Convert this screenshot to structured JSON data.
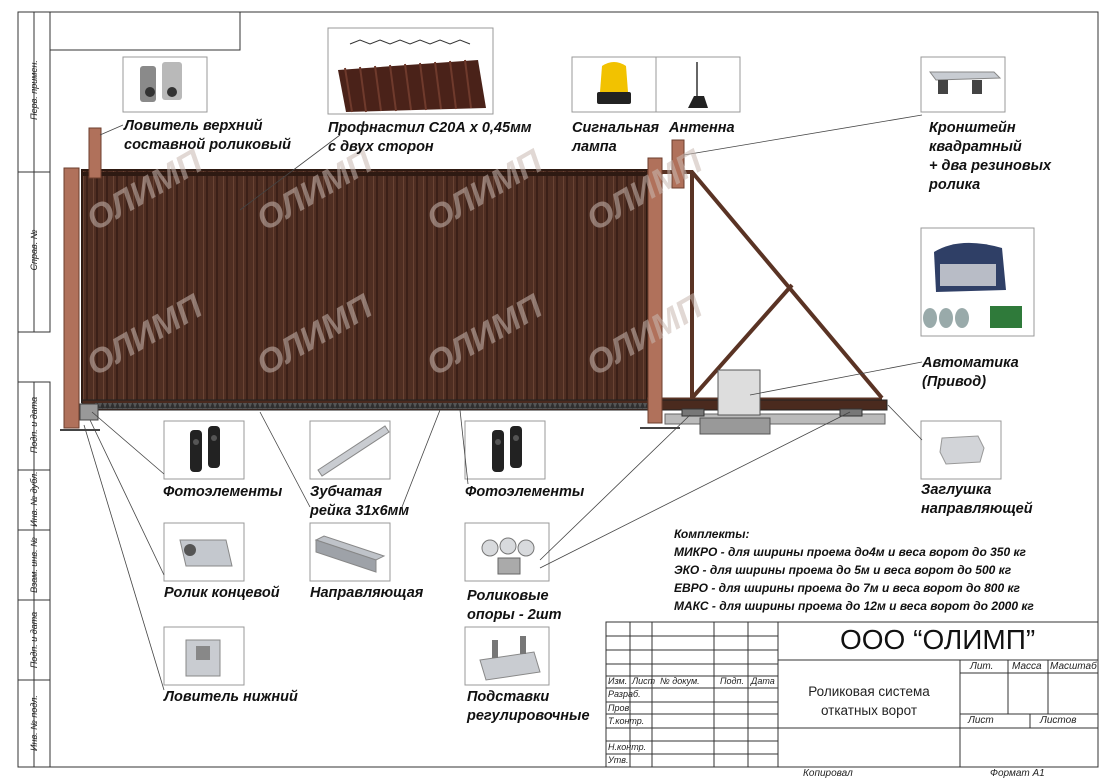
{
  "watermark": "ОЛИМП",
  "labels": {
    "upper_catcher": [
      "Ловитель верхний",
      "составной роликовый"
    ],
    "profsheet": [
      "Профнастил  С20А х 0,45мм",
      "с двух сторон"
    ],
    "signal_lamp": [
      "Сигнальная",
      "лампа"
    ],
    "antenna": "Антенна",
    "bracket": [
      "Кронштейн",
      "квадратный",
      "+ два резиновых",
      "ролика"
    ],
    "automation": [
      "Автоматика",
      "(Привод)"
    ],
    "photo_left": "Фотоэлементы",
    "rack": [
      "Зубчатая",
      "рейка 31х6мм"
    ],
    "photo_right": "Фотоэлементы",
    "end_plug": [
      "Заглушка",
      "направляющей"
    ],
    "end_roller": "Ролик концевой",
    "guide": "Направляющая",
    "roller_supports": [
      "Роликовые",
      "опоры - 2шт"
    ],
    "lower_catcher": "Ловитель нижний",
    "adj_plates": [
      "Подставки",
      "регулировочные"
    ]
  },
  "kits": {
    "title": "Комплекты:",
    "items": [
      "МИКРО - для ширины проема до4м и веса ворот до 350 кг",
      "ЭКО - для ширины проема до 5м и веса ворот до 500 кг",
      "ЕВРО - для ширины проема до 7м и веса ворот до 800 кг",
      "МАКС - для ширины проема до 12м и веса ворот до 2000 кг"
    ]
  },
  "title_block": {
    "company": "ООО “ОЛИМП”",
    "description": [
      "Роликовая система",
      "откатных ворот"
    ],
    "col_headers": [
      "Изм.",
      "Лист",
      "№ докум.",
      "Подп.",
      "Дата"
    ],
    "rows": [
      "Разраб.",
      "Пров.",
      "Т.контр.",
      "Н.контр.",
      "Утв."
    ],
    "lit": "Лит.",
    "mass": "Масса",
    "scale": "Масштаб",
    "sheet": "Лист",
    "sheets": "Листов"
  },
  "footer": {
    "copied": "Копировал",
    "format": "Формат   А1"
  },
  "side_labels": [
    "Перв. примен.",
    "Справ. №",
    "Подп. и дата",
    "Инв. № дубл.",
    "Взам. инв. №",
    "Подп. и дата",
    "Инв. № подл."
  ],
  "colors": {
    "sheet_brown": "#4f2e22",
    "post": "#b0715b",
    "frame": "#5a3324",
    "watermark": "#c9b8b0"
  }
}
